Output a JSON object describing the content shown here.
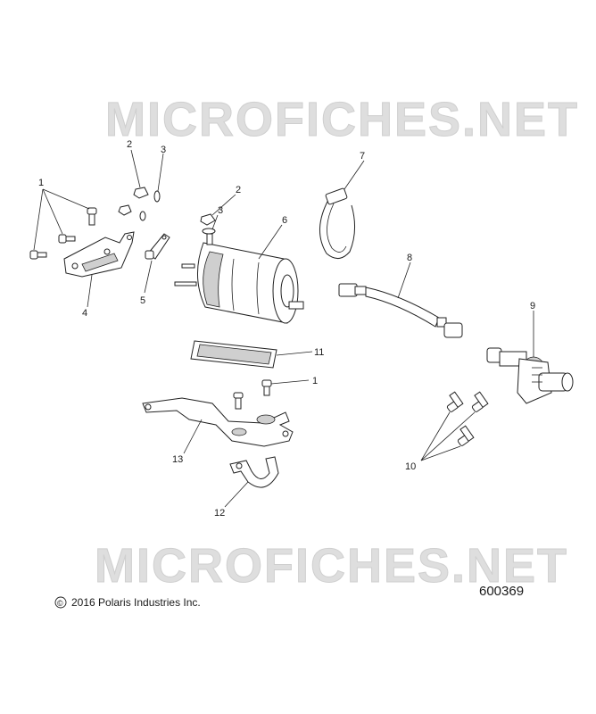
{
  "watermark": {
    "text": "MICROFICHES.NET"
  },
  "callouts": [
    "1",
    "2",
    "3",
    "4",
    "5",
    "2",
    "3",
    "6",
    "7",
    "8",
    "9",
    "11",
    "1",
    "13",
    "10",
    "12"
  ],
  "footer": {
    "copyright_symbol": "©",
    "copyright_text": "2016 Polaris Industries Inc.",
    "diagram_number": "600369"
  },
  "icons": {
    "bolt": "bolt-icon",
    "nut": "nut-icon",
    "washer": "washer-icon",
    "bracket": "bracket-icon",
    "clip": "clip-icon",
    "starter-motor": "starter-motor-icon",
    "hose-clamp": "hose-clamp-icon",
    "cable": "cable-icon",
    "bendix-drive": "bendix-drive-icon",
    "pad": "pad-icon",
    "mount-plate": "mount-plate-icon",
    "strap": "strap-icon"
  }
}
